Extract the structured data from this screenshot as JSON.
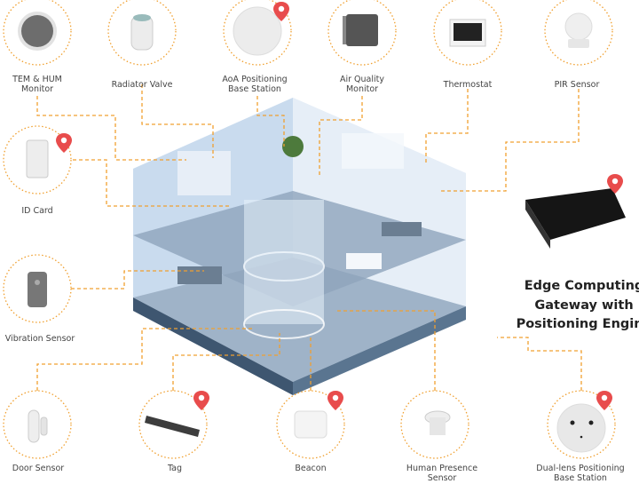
{
  "colors": {
    "connector": "#f0a030",
    "pin": "#e84c4c",
    "building": "#c8dcef"
  },
  "devices": {
    "tem_hum": {
      "label_1": "TEM & HUM",
      "label_2": "Monitor"
    },
    "radiator": {
      "label": "Radiator Valve"
    },
    "aoa": {
      "label_1": "AoA Positioning",
      "label_2": "Base Station"
    },
    "air_quality": {
      "label_1": "Air Quality",
      "label_2": "Monitor"
    },
    "thermostat": {
      "label": "Thermostat"
    },
    "pir": {
      "label": "PIR Sensor"
    },
    "id_card": {
      "label": "ID Card"
    },
    "vibration": {
      "label": "Vibration Sensor"
    },
    "door": {
      "label": "Door Sensor"
    },
    "tag": {
      "label": "Tag"
    },
    "beacon": {
      "label": "Beacon"
    },
    "human_presence": {
      "label_1": "Human Presence",
      "label_2": "Sensor"
    },
    "dual_lens": {
      "label_1": "Dual-lens Positioning",
      "label_2": "Base Station"
    }
  },
  "gateway": {
    "line_1": "Edge Computing",
    "line_2": "Gateway with",
    "line_3": "Positioning Engine"
  }
}
